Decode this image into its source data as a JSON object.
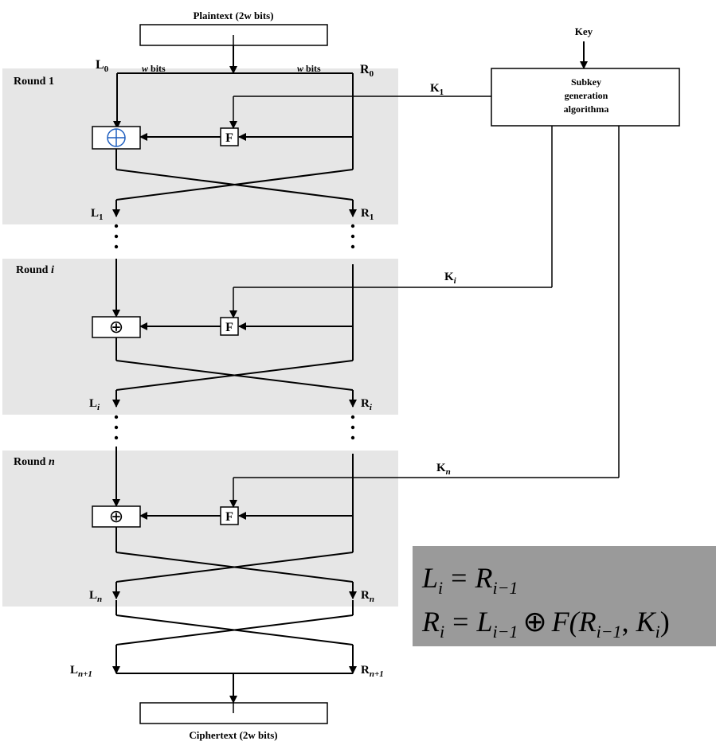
{
  "plaintext_label": "Plaintext (2w bits)",
  "ciphertext_label": "Ciphertext (2w bits)",
  "key_label": "Key",
  "subkey_lines": [
    "Subkey",
    "generation",
    "algorithma"
  ],
  "w_bits_label": "bits",
  "w_symbol": "w",
  "f_label": "F",
  "xor_symbol": "⊕",
  "rounds": [
    {
      "label": "Round",
      "index": "1",
      "key": "K",
      "key_sub": "1"
    },
    {
      "label": "Round",
      "index": "i",
      "key": "K",
      "key_sub": "i"
    },
    {
      "label": "Round",
      "index": "n",
      "key": "K",
      "key_sub": "n"
    }
  ],
  "left_labels": [
    {
      "main": "L",
      "sub": "0"
    },
    {
      "main": "L",
      "sub": "1"
    },
    {
      "main": "L",
      "sub": "i"
    },
    {
      "main": "L",
      "sub": "n"
    },
    {
      "main": "L",
      "sub": "n+1"
    }
  ],
  "right_labels": [
    {
      "main": "R",
      "sub": "0"
    },
    {
      "main": "R",
      "sub": "1"
    },
    {
      "main": "R",
      "sub": "i"
    },
    {
      "main": "R",
      "sub": "n"
    },
    {
      "main": "R",
      "sub": "n+1"
    }
  ],
  "formula": {
    "line1": {
      "lhs": "L",
      "lhs_sub": "i",
      "eq": "=",
      "rhs": "R",
      "rhs_sub": "i−1"
    },
    "line2": {
      "lhs": "R",
      "lhs_sub": "i",
      "eq": "=",
      "a": "L",
      "a_sub": "i−1",
      "op": "⊕",
      "fn": "F(",
      "b": "R",
      "b_sub": "i−1",
      "comma": ", ",
      "c": "K",
      "c_sub": "i",
      "close": ")"
    }
  },
  "colors": {
    "round_bg": "#e6e6e6",
    "formula_bg": "#9a9a9a",
    "xor_top": "#1f5fbf",
    "line": "#000000"
  }
}
